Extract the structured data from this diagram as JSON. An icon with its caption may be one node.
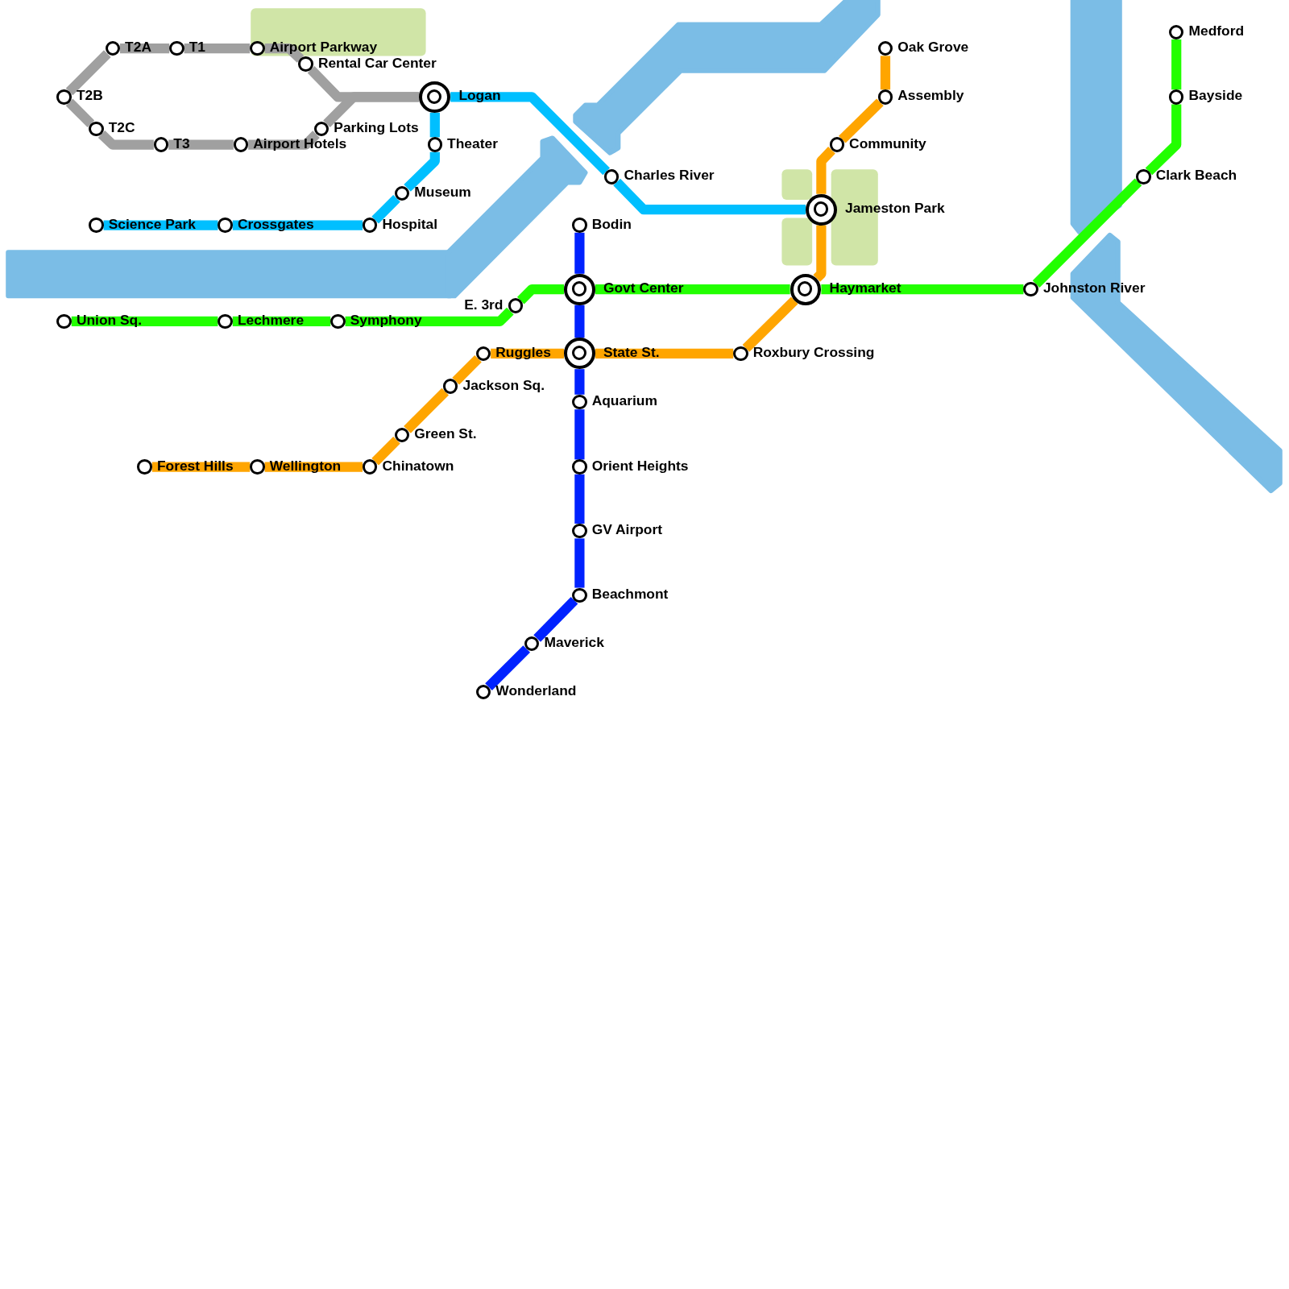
{
  "diagram": {
    "nodes": [
      {
        "text": [],
        "shape": "circle",
        "beside": [
          "T2A"
        ]
      },
      {
        "text": [],
        "shape": "circle",
        "beside": [
          "T1"
        ]
      },
      {
        "text": [],
        "shape": "circle",
        "beside": [
          "Airport Parkway"
        ]
      },
      {
        "text": [],
        "shape": "circle",
        "beside": [
          "T2B"
        ]
      },
      {
        "text": [],
        "shape": "circle",
        "beside": [
          "Rental Car Center"
        ]
      },
      {
        "text": [],
        "shape": "circle",
        "beside": [
          "Logan"
        ]
      },
      {
        "text": [],
        "shape": "circle",
        "beside": [
          "T2C"
        ]
      },
      {
        "text": [],
        "shape": "circle",
        "beside": [
          "Parking Lots"
        ]
      },
      {
        "text": [],
        "shape": "circle",
        "beside": [
          "Theater"
        ]
      },
      {
        "text": [],
        "shape": "circle",
        "beside": [
          "T3"
        ]
      },
      {
        "text": [],
        "shape": "circle",
        "beside": [
          "Airport Hotels"
        ]
      },
      {
        "text": [],
        "shape": "circle",
        "beside": [
          "Oak Grove"
        ]
      },
      {
        "text": [],
        "shape": "circle",
        "beside": [
          "Medford"
        ]
      },
      {
        "text": [],
        "shape": "circle",
        "beside": [
          "Assembly"
        ]
      },
      {
        "text": [],
        "shape": "circle",
        "beside": [
          "Bayside"
        ]
      },
      {
        "text": [],
        "shape": "circle",
        "beside": [
          "Community"
        ]
      },
      {
        "text": [],
        "shape": "circle",
        "beside": [
          "Charles River"
        ]
      },
      {
        "text": [],
        "shape": "circle",
        "beside": [
          "Clark Beach"
        ]
      },
      {
        "text": [],
        "shape": "circle",
        "beside": [
          "Museum"
        ]
      },
      {
        "text": [],
        "shape": "circle",
        "beside": [
          "Jameston Park"
        ]
      },
      {
        "text": [],
        "shape": "circle",
        "beside": [
          "Science Park"
        ]
      },
      {
        "text": [],
        "shape": "circle",
        "beside": [
          "Crossgates"
        ]
      },
      {
        "text": [],
        "shape": "circle",
        "beside": [
          "Hospital"
        ]
      },
      {
        "text": [],
        "shape": "circle",
        "beside": [
          "Bodin"
        ]
      },
      {
        "text": [],
        "shape": "circle",
        "beside": [
          "Govt Center"
        ]
      },
      {
        "text": [],
        "shape": "circle",
        "beside": [
          "Haymarket"
        ]
      },
      {
        "text": [],
        "shape": "circle",
        "beside": [
          "Johnston River"
        ]
      },
      {
        "text": [],
        "shape": "circle",
        "beside": [
          "E. 3rd"
        ]
      },
      {
        "text": [],
        "shape": "circle",
        "beside": [
          "Union Sq."
        ]
      },
      {
        "text": [],
        "shape": "circle",
        "beside": [
          "Lechmere"
        ]
      },
      {
        "text": [],
        "shape": "circle",
        "beside": [
          "Symphony"
        ]
      },
      {
        "text": [],
        "shape": "circle",
        "beside": [
          "Ruggles"
        ]
      },
      {
        "text": [],
        "shape": "circle",
        "beside": [
          "State St."
        ]
      },
      {
        "text": [],
        "shape": "circle",
        "beside": [
          "Roxbury Crossing"
        ]
      },
      {
        "text": [],
        "shape": "circle",
        "beside": [
          "Jackson Sq."
        ]
      },
      {
        "text": [],
        "shape": "circle",
        "beside": [
          "Aquarium"
        ]
      },
      {
        "text": [],
        "shape": "circle",
        "beside": [
          "Green St."
        ]
      },
      {
        "text": [],
        "shape": "circle",
        "beside": [
          "Forest Hills"
        ]
      },
      {
        "text": [],
        "shape": "circle",
        "beside": [
          "Wellington"
        ]
      },
      {
        "text": [],
        "shape": "circle",
        "beside": [
          "Chinatown"
        ]
      },
      {
        "text": [],
        "shape": "circle",
        "beside": [
          "Orient Heights"
        ]
      },
      {
        "text": [],
        "shape": "circle",
        "beside": [
          "GV Airport"
        ]
      },
      {
        "text": [],
        "shape": "circle",
        "beside": [
          "Beachmont"
        ]
      },
      {
        "text": [],
        "shape": "circle",
        "beside": [
          "Maverick"
        ]
      },
      {
        "text": [],
        "shape": "circle",
        "beside": [
          "Wonderland"
        ]
      }
    ],
    "edges": [
      {
        "from": 3,
        "to": 0,
        "arrow": "none",
        "color": "#a0a0a0"
      },
      {
        "from": 0,
        "to": 1,
        "arrow": "none",
        "color": "#a0a0a0"
      },
      {
        "from": 1,
        "to": 2,
        "arrow": "none",
        "color": "#a0a0a0"
      },
      {
        "from": 2,
        "to": 4,
        "arrow": "none",
        "color": "#a0a0a0"
      },
      {
        "from": 4,
        "to": 5,
        "arrow": "none",
        "color": "#a0a0a0"
      },
      {
        "from": 3,
        "to": 6,
        "arrow": "none",
        "color": "#a0a0a0"
      },
      {
        "from": 6,
        "to": 9,
        "arrow": "none",
        "color": "#a0a0a0"
      },
      {
        "from": 9,
        "to": 10,
        "arrow": "none",
        "color": "#a0a0a0"
      },
      {
        "from": 10,
        "to": 7,
        "arrow": "none",
        "color": "#a0a0a0"
      },
      {
        "from": 7,
        "to": 5,
        "arrow": "none",
        "color": "#a0a0a0"
      },
      {
        "from": 20,
        "to": 21,
        "arrow": "none",
        "color": "#00bfff"
      },
      {
        "from": 21,
        "to": 22,
        "arrow": "none",
        "color": "#00bfff"
      },
      {
        "from": 22,
        "to": 18,
        "arrow": "none",
        "color": "#00bfff"
      },
      {
        "from": 18,
        "to": 8,
        "arrow": "none",
        "color": "#00bfff"
      },
      {
        "from": 8,
        "to": 5,
        "arrow": "none",
        "color": "#00bfff"
      },
      {
        "from": 5,
        "to": 16,
        "arrow": "none",
        "color": "#00bfff"
      },
      {
        "from": 16,
        "to": 19,
        "arrow": "none",
        "color": "#00bfff"
      },
      {
        "from": 28,
        "to": 29,
        "arrow": "none",
        "color": "#22ff00"
      },
      {
        "from": 29,
        "to": 30,
        "arrow": "none",
        "color": "#22ff00"
      },
      {
        "from": 30,
        "to": 27,
        "arrow": "none",
        "color": "#22ff00"
      },
      {
        "from": 27,
        "to": 24,
        "arrow": "none",
        "color": "#22ff00"
      },
      {
        "from": 24,
        "to": 25,
        "arrow": "none",
        "color": "#22ff00"
      },
      {
        "from": 25,
        "to": 26,
        "arrow": "none",
        "color": "#22ff00"
      },
      {
        "from": 26,
        "to": 17,
        "arrow": "none",
        "color": "#22ff00"
      },
      {
        "from": 17,
        "to": 14,
        "arrow": "none",
        "color": "#22ff00"
      },
      {
        "from": 14,
        "to": 12,
        "arrow": "none",
        "color": "#22ff00"
      },
      {
        "from": 37,
        "to": 38,
        "arrow": "none",
        "color": "#ffa500"
      },
      {
        "from": 38,
        "to": 39,
        "arrow": "none",
        "color": "#ffa500"
      },
      {
        "from": 39,
        "to": 36,
        "arrow": "none",
        "color": "#ffa500"
      },
      {
        "from": 36,
        "to": 34,
        "arrow": "none",
        "color": "#ffa500"
      },
      {
        "from": 34,
        "to": 31,
        "arrow": "none",
        "color": "#ffa500"
      },
      {
        "from": 31,
        "to": 32,
        "arrow": "none",
        "color": "#ffa500"
      },
      {
        "from": 32,
        "to": 33,
        "arrow": "none",
        "color": "#ffa500"
      },
      {
        "from": 33,
        "to": 25,
        "arrow": "none",
        "color": "#ffa500"
      },
      {
        "from": 25,
        "to": 19,
        "arrow": "none",
        "color": "#ffa500"
      },
      {
        "from": 19,
        "to": 15,
        "arrow": "none",
        "color": "#ffa500"
      },
      {
        "from": 15,
        "to": 13,
        "arrow": "none",
        "color": "#ffa500"
      },
      {
        "from": 13,
        "to": 11,
        "arrow": "none",
        "color": "#ffa500"
      },
      {
        "from": 23,
        "to": 24,
        "arrow": "none",
        "color": "#0022ff"
      },
      {
        "from": 24,
        "to": 32,
        "arrow": "none",
        "color": "#0022ff"
      },
      {
        "from": 32,
        "to": 35,
        "arrow": "none",
        "color": "#0022ff"
      },
      {
        "from": 35,
        "to": 40,
        "arrow": "none",
        "color": "#0022ff"
      },
      {
        "from": 40,
        "to": 41,
        "arrow": "none",
        "color": "#0022ff"
      },
      {
        "from": 41,
        "to": 42,
        "arrow": "none",
        "color": "#0022ff"
      },
      {
        "from": 42,
        "to": 43,
        "arrow": "none",
        "color": "#0022ff"
      },
      {
        "from": 43,
        "to": 44,
        "arrow": "none",
        "color": "#0022ff"
      }
    ]
  }
}
